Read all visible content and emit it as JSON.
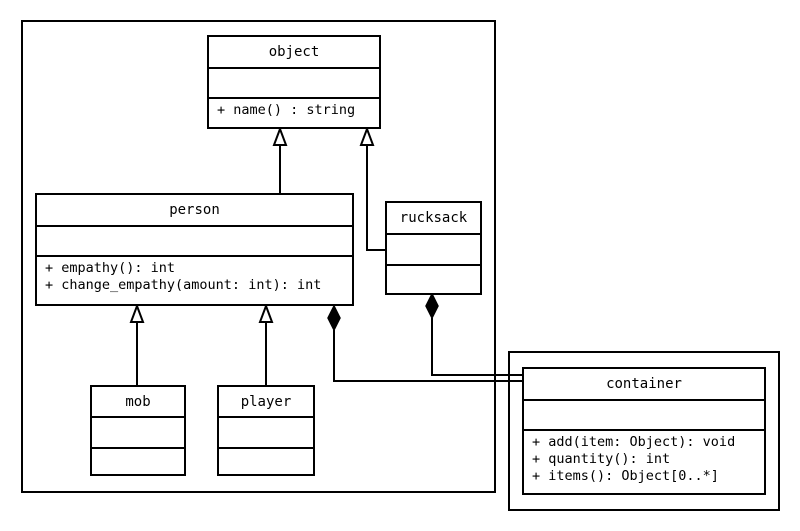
{
  "classes": {
    "object": {
      "name": "object",
      "operations": [
        "+ name() : string"
      ]
    },
    "person": {
      "name": "person",
      "operations": [
        "+ empathy(): int",
        "+ change_empathy(amount: int): int"
      ]
    },
    "rucksack": {
      "name": "rucksack"
    },
    "mob": {
      "name": "mob"
    },
    "player": {
      "name": "player"
    },
    "container": {
      "name": "container",
      "operations": [
        "+ add(item: Object): void",
        "+ quantity(): int",
        "+ items(): Object[0..*]"
      ]
    }
  },
  "relations": [
    {
      "type": "generalization",
      "from": "person",
      "to": "object"
    },
    {
      "type": "generalization",
      "from": "rucksack",
      "to": "object"
    },
    {
      "type": "generalization",
      "from": "mob",
      "to": "person"
    },
    {
      "type": "generalization",
      "from": "player",
      "to": "person"
    },
    {
      "type": "composition",
      "whole": "person",
      "part": "container"
    },
    {
      "type": "composition",
      "whole": "rucksack",
      "part": "container"
    }
  ]
}
